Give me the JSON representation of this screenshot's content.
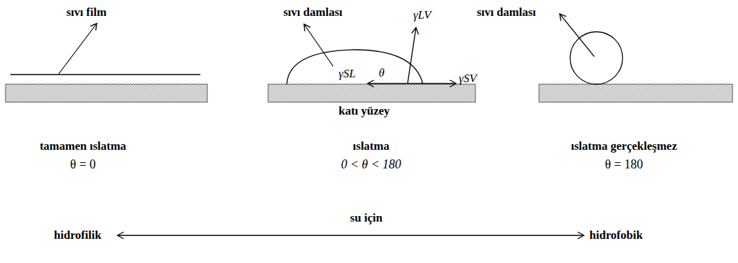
{
  "diagram": {
    "labels": [
      "sıvı film",
      "sıvı damlası",
      "γLV",
      "sıvı damlası",
      "γSL",
      "θ",
      "γSV",
      "katı yüzey",
      "tamamen ıslatma",
      "θ = 0",
      "ıslatma",
      "0 < θ < 180",
      "ıslatma gerçekleşmez",
      "θ = 180",
      "su için",
      "hidrofilik",
      "hidrofobik"
    ]
  }
}
